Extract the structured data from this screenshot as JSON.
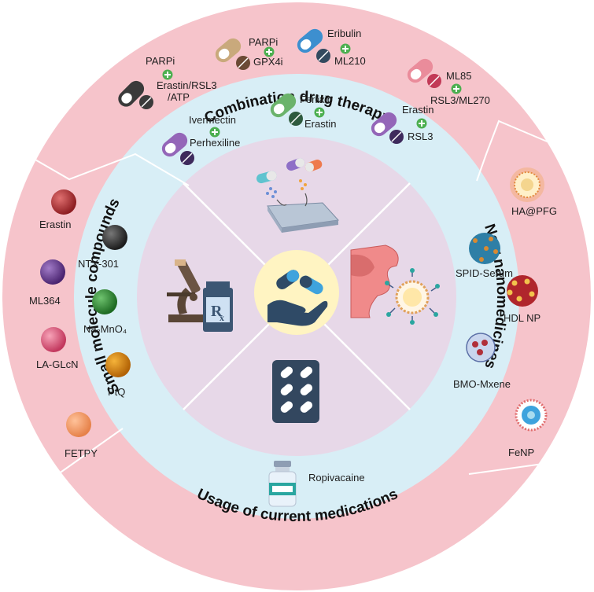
{
  "sections": {
    "combination": "Combination drug therapy",
    "small_molecule": "Small molecule compounds",
    "nanomedicines": "New nanomedicines",
    "current_meds": "Usage of current medications"
  },
  "combination_items": {
    "c1_top": "PARPi",
    "c1_bottom_a": "Erastin/RSL3",
    "c1_bottom_b": "/ATP",
    "c2_top": "PARPi",
    "c2_bottom": "GPX4i",
    "c3_top": "Eribulin",
    "c3_bottom": "ML210",
    "c4_top": "ML85",
    "c4_bottom": "RSL3/ML270",
    "c5_top": "Ferlixib",
    "c5_bottom": "Erastin",
    "c6_top": "Ivermectin",
    "c6_bottom": "Perhexiline",
    "c7_top": "Erastin",
    "c7_bottom": "RSL3"
  },
  "small_molecules": [
    "Erastin",
    "NTX-301",
    "ML364",
    "Na₂MnO₄",
    "LA-GLcN",
    "PtQ",
    "FETPY"
  ],
  "nanomedicines": [
    "HA@PFG",
    "SPID-Serum",
    "HDL NP",
    "BMO-Mxene",
    "FeNP"
  ],
  "current_medications": [
    "Ropivacaine"
  ],
  "colors": {
    "outer_ring": "#f6c4cb",
    "middle_ring": "#d8eef6",
    "inner_disc": "#e7d8e8",
    "center": "#fff4c2",
    "plus": "#4caf50"
  },
  "icons": [
    "pill-capsule-icon",
    "plus-icon",
    "molecule-ball-icon",
    "nanoparticle-icon",
    "microscope-icon",
    "prescription-bottle-icon",
    "well-plate-icon",
    "tumor-cell-icon",
    "blister-pack-icon",
    "vial-icon",
    "hand-pills-icon"
  ]
}
